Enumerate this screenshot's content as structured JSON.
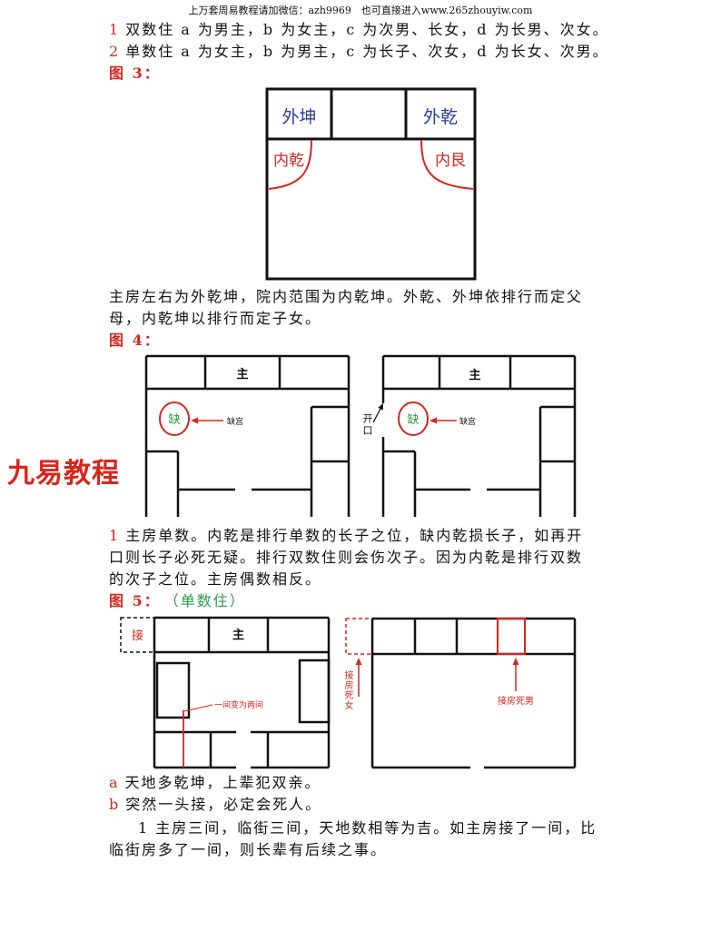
{
  "header": "上万套周易教程请加微信：azh9969　也可直接进入www.265zhouyiw.com",
  "intro": [
    {
      "num": "1",
      "text": "双数住 a 为男主，b 为女主，c 为次男、长女，d 为长男、次女。"
    },
    {
      "num": "2",
      "text": "单数住 a 为女主，b 为男主，c 为长子、次女，d 为长女、次男。"
    }
  ],
  "fig3": {
    "label": "图 3：",
    "outer_kun": "外坤",
    "outer_qian": "外乾",
    "inner_qian": "内乾",
    "inner_gen": "内艮"
  },
  "para1": [
    "主房左右为外乾坤，院内范围为内乾坤。外乾、外坤依排行而定父",
    "母，内乾坤以排行而定子女。"
  ],
  "fig4": {
    "label": "图 4：",
    "left": {
      "main_room": "主",
      "missing": "缺",
      "missing_palace": "缺宫"
    },
    "right": {
      "main_room": "主",
      "opening": "开口",
      "missing": "缺",
      "missing_palace": "缺宫"
    }
  },
  "watermark": "九易教程",
  "para2": {
    "num": "1",
    "lines": [
      "主房单数。内乾是排行单数的长子之位，缺内乾损长子，如再开",
      "口则长子必死无疑。排行双数住则会伤次子。因为内乾是排行双数",
      "的次子之位。主房偶数相反。"
    ]
  },
  "fig5": {
    "label": "图 5：",
    "note": "（单数住）",
    "left": {
      "annex": "接",
      "main_room": "主",
      "split_note": "一间变为两间"
    },
    "right": {
      "annex_daughter": "接房死女",
      "annex_son": "接房死男"
    }
  },
  "verses": [
    {
      "num": "a",
      "text": "天地多乾坤，上辈犯双亲。"
    },
    {
      "num": "b",
      "text": "突然一头接，必定会死人。"
    }
  ],
  "para3": [
    "1 主房三间，临街三间，天地数相等为吉。如主房接了一间，比",
    "临街房多了一间，则长辈有后续之事。"
  ],
  "colors": {
    "accent_red": "#d9251d",
    "label_green": "#2e9b4b",
    "label_blue": "#2b3c9e",
    "text": "#111111"
  }
}
